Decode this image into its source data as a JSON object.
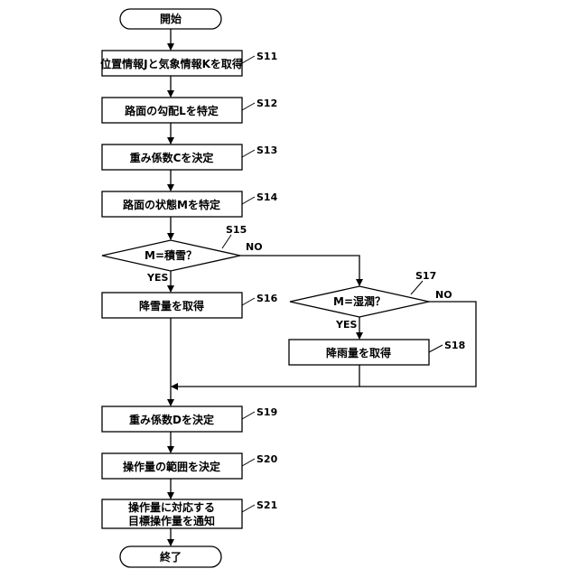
{
  "flowchart": {
    "start": "開始",
    "end": "終了",
    "s11": {
      "label": "S11",
      "text": "位置情報Jと気象情報Kを取得"
    },
    "s12": {
      "label": "S12",
      "text": "路面の勾配Lを特定"
    },
    "s13": {
      "label": "S13",
      "text": "重み係数Cを決定"
    },
    "s14": {
      "label": "S14",
      "text": "路面の状態Mを特定"
    },
    "s15": {
      "label": "S15",
      "text": "M=積雪？",
      "yes": "YES",
      "no": "NO"
    },
    "s16": {
      "label": "S16",
      "text": "降雪量を取得"
    },
    "s17": {
      "label": "S17",
      "text": "M=湿潤？",
      "yes": "YES",
      "no": "NO"
    },
    "s18": {
      "label": "S18",
      "text": "降雨量を取得"
    },
    "s19": {
      "label": "S19",
      "text": "重み係数Dを決定"
    },
    "s20": {
      "label": "S20",
      "text": "操作量の範囲を決定"
    },
    "s21": {
      "label": "S21",
      "line1": "操作量に対応する",
      "line2": "目標操作量を通知"
    }
  }
}
